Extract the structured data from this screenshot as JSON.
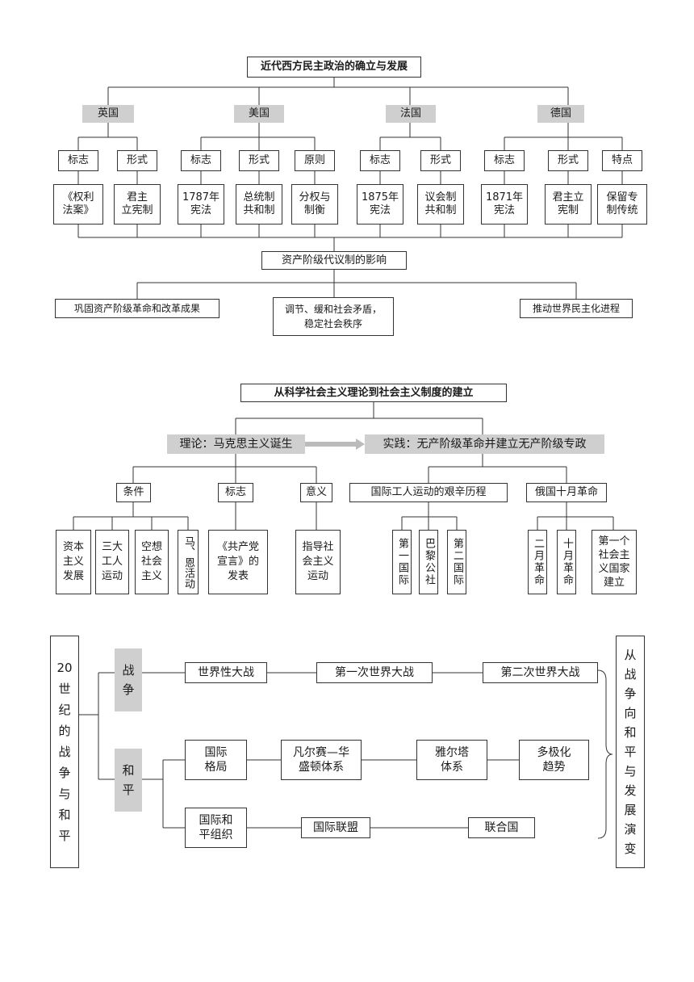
{
  "d1": {
    "title": "近代西方民主政治的确立与发展",
    "countries": {
      "uk": "英国",
      "us": "美国",
      "fr": "法国",
      "de": "德国"
    },
    "labels": {
      "sign": "标志",
      "form": "形式",
      "principle": "原则",
      "feature": "特点"
    },
    "leaves": {
      "uk_sign": "《权利\n法案》",
      "uk_form": "君主\n立宪制",
      "us_sign": "1787年\n宪法",
      "us_form": "总统制\n共和制",
      "us_principle": "分权与\n制衡",
      "fr_sign": "1875年\n宪法",
      "fr_form": "议会制\n共和制",
      "de_sign": "1871年\n宪法",
      "de_form": "君主立\n宪制",
      "de_feature": "保留专\n制传统"
    },
    "impact": "资产阶级代议制的影响",
    "effects": {
      "e1": "巩固资产阶级革命和改革成果",
      "e2": "调节、缓和社会矛盾，\n稳定社会秩序",
      "e3": "推动世界民主化进程"
    }
  },
  "d2": {
    "title": "从科学社会主义理论到社会主义制度的建立",
    "theory": "理论：马克思主义诞生",
    "practice": "实践：无产阶级革命并建立无产阶级专政",
    "cond": "条件",
    "sign": "标志",
    "meaning": "意义",
    "intl": "国际工人运动的艰辛历程",
    "oct": "俄国十月革命",
    "leaves": {
      "c1": "资本\n主义\n发展",
      "c2": "三大\n工人\n运动",
      "c3": "空想\n社会\n主义",
      "c4": "马、恩活动",
      "manifesto": "《共产党\n宣言》的\n发表",
      "guide": "指导社\n会主义\n运动",
      "i1": "第一国际",
      "i2": "巴黎公社",
      "i3": "第二国际",
      "o1": "二月革命",
      "o2": "十月革命",
      "o3": "第一个\n社会主\n义国家\n建立"
    }
  },
  "d3": {
    "left": "20\n世\n纪\n的\n战\n争\n与\n和\n平",
    "war": "战\n争",
    "peace": "和\n平",
    "ww": "世界性大战",
    "ww1": "第一次世界大战",
    "ww2": "第二次世界大战",
    "pattern": "国际\n格局",
    "versailles": "凡尔赛—华\n盛顿体系",
    "yalta": "雅尔塔\n体系",
    "multi": "多极化\n趋势",
    "org": "国际和\n平组织",
    "league": "国际联盟",
    "un": "联合国",
    "right": "从\n战\n争\n向\n和\n平\n与\n发\n展\n演\n变"
  }
}
